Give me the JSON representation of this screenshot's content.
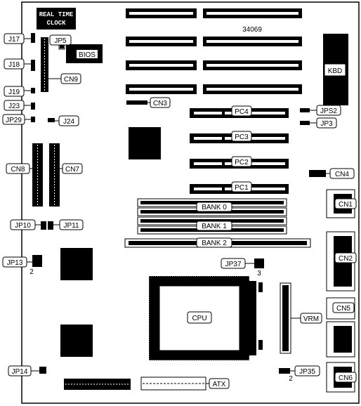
{
  "board": {
    "rtc": [
      "REAL TIME",
      "CLOCK"
    ],
    "bios": "BIOS",
    "kbd": "KBD",
    "cpu": "CPU",
    "model_number": "34069"
  },
  "labels": {
    "j17": "J17",
    "jp5": "JP5",
    "j18": "J18",
    "cn9": "CN9",
    "j19": "J19",
    "j23": "J23",
    "jp29": "JP29",
    "j24": "J24",
    "cn3": "CN3",
    "cn8": "CN8",
    "cn7": "CN7",
    "jp10": "JP10",
    "jp11": "JP11",
    "jp13": "JP13",
    "jp13_pin": "2",
    "jp14": "JP14",
    "pc1": "PC1",
    "pc2": "PC2",
    "pc3": "PC3",
    "pc4": "PC4",
    "jps2": "JPS2",
    "jp3": "JP3",
    "cn4": "CN4",
    "cn1": "CN1",
    "cn2": "CN2",
    "cn5": "CN5",
    "cn6": "CN6",
    "jp37": "JP37",
    "jp37_pin": "3",
    "vrm": "VRM",
    "atx": "ATX",
    "jp35": "JP35",
    "jp35_pin": "2",
    "bank0": "BANK 0",
    "bank1": "BANK 1",
    "bank2": "BANK 2"
  }
}
